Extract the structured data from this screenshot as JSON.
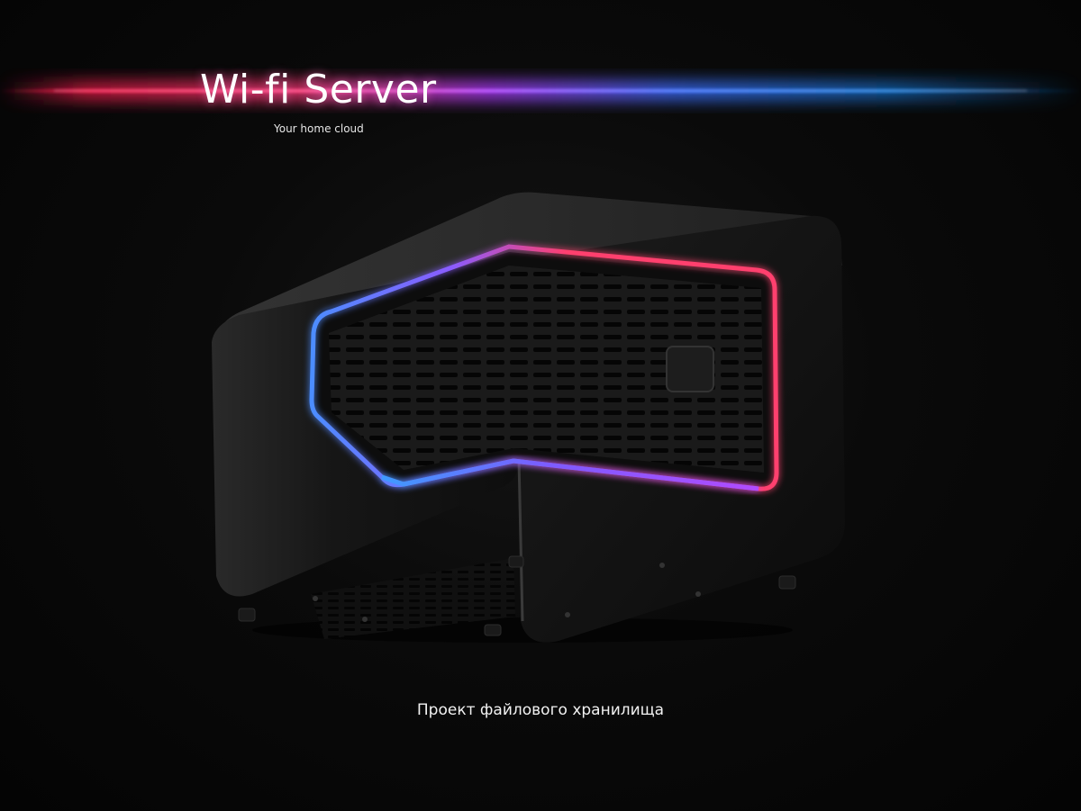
{
  "header": {
    "title": "Wi-fi Server",
    "subtitle": "Your home cloud"
  },
  "footer": {
    "caption": "Проект файлового хранилища"
  },
  "colors": {
    "background": "#050505",
    "streak_red": "#ff1f4f",
    "streak_violet": "#b23cff",
    "streak_blue": "#1e8cff",
    "led_pink": "#ff3f6e",
    "led_purple": "#a052ff",
    "led_blue": "#4c8dff",
    "device_body": "#141414"
  }
}
